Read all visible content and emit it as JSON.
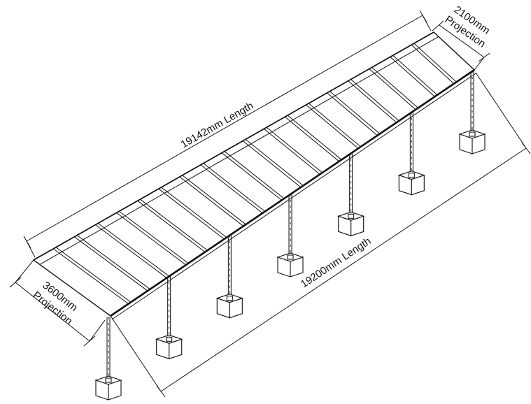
{
  "diagram": {
    "labels": {
      "top_length": "19142mm Length",
      "bottom_length": "19200mm Length",
      "left_projection_value": "3600mm",
      "left_projection_word": "Projection",
      "right_projection_value": "2100mm",
      "right_projection_word": "Projection"
    },
    "roof_panel_count": 19,
    "post_count": 7,
    "colors": {
      "line": "#111111",
      "background": "#ffffff"
    }
  }
}
